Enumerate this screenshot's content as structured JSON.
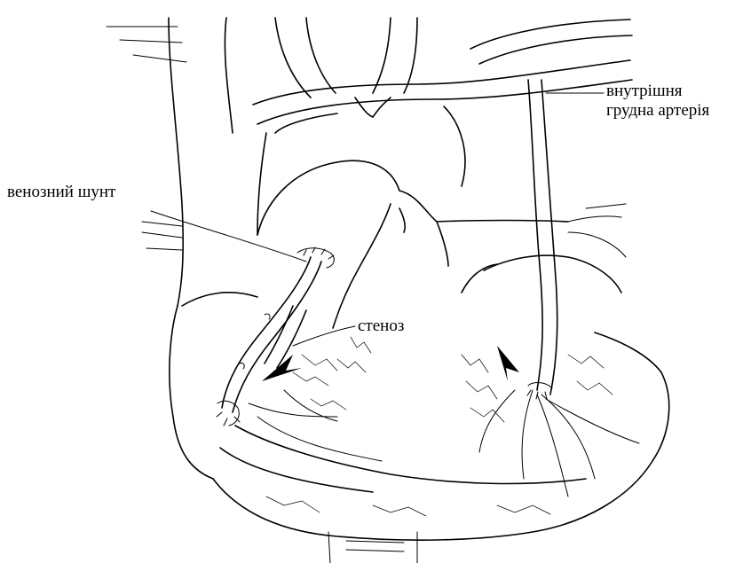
{
  "labels": {
    "venous_shunt": "венозний шунт",
    "stenosis": "стеноз",
    "internal_thoracic_artery_line1": "внутрішня",
    "internal_thoracic_artery_line2": "грудна артерія"
  }
}
